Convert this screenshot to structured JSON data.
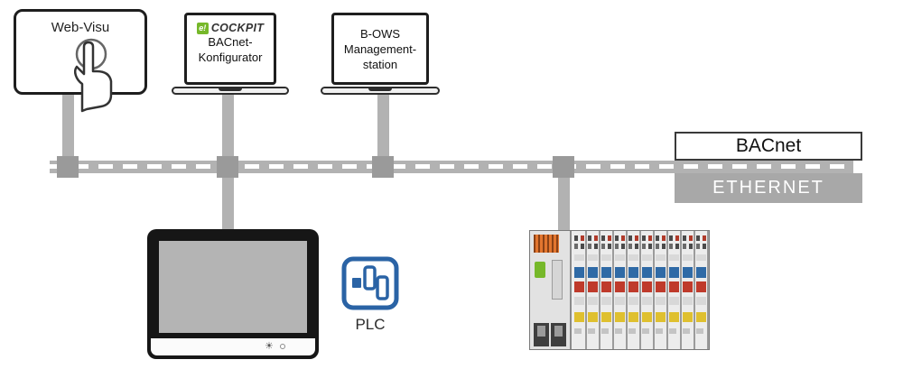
{
  "network": {
    "bacnet_label": "BACnet",
    "ethernet_label": "ETHERNET"
  },
  "devices": {
    "web_visu": {
      "label": "Web-Visu"
    },
    "configurator": {
      "logo_mark": "e!",
      "logo_text": "COCKPIT",
      "line1": "BACnet-",
      "line2": "Konfigurator"
    },
    "management_station": {
      "line1": "B-OWS",
      "line2": "Management-",
      "line3": "station"
    },
    "plc": {
      "label": "PLC"
    },
    "hmi_panel": {
      "brightness_icon": "☀"
    }
  },
  "colors": {
    "bus_gray": "#b2b2b2",
    "junction_gray": "#9a9a9a",
    "ethernet_gray": "#a8a8a8",
    "cockpit_green": "#76b82a",
    "plc_blue": "#2a63a5",
    "io_led_blue": "#2f6aa6",
    "io_led_red": "#bf3a2b",
    "io_led_yellow": "#dfc02f",
    "fieldbus_connector_orange": "#e2762f"
  }
}
